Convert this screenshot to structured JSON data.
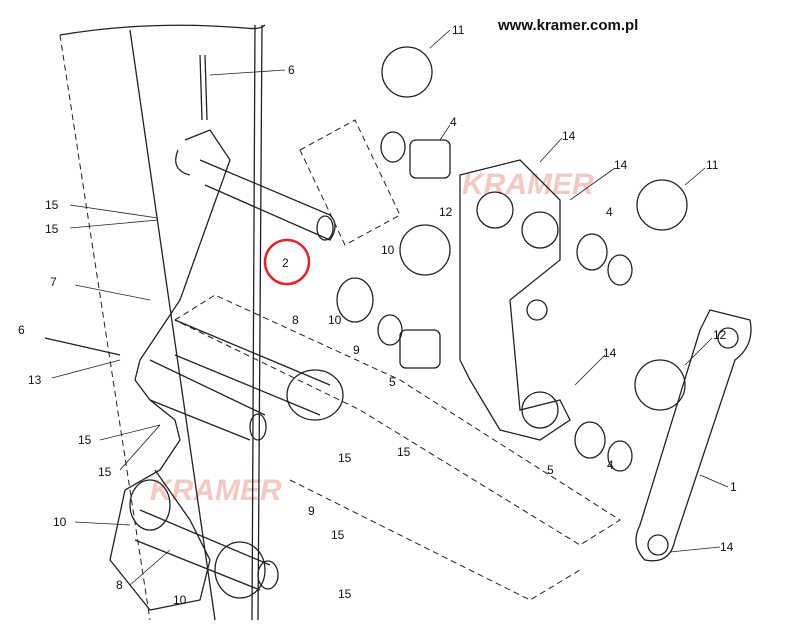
{
  "website": "www.kramer.com.pl",
  "watermark": "KRAMER",
  "highlight_color": "#e0262b",
  "highlighted_part": "2",
  "labels": {
    "l11a": "11",
    "l6a": "6",
    "l4a": "4",
    "l14a": "14",
    "l14b": "14",
    "l11b": "11",
    "l15a": "15",
    "l15b": "15",
    "l12a": "12",
    "l4b": "4",
    "l10a": "10",
    "l2": "2",
    "l7": "7",
    "l10b": "10",
    "l8a": "8",
    "l9a": "9",
    "l12b": "12",
    "l6b": "6",
    "l14c": "14",
    "l13": "13",
    "l5a": "5",
    "l15c": "15",
    "l15d": "15",
    "l15e": "15",
    "l15f": "15",
    "l5b": "5",
    "l4c": "4",
    "l1": "1",
    "l10c": "10",
    "l9b": "9",
    "l15g": "15",
    "l14d": "14",
    "l8b": "8",
    "l10d": "10",
    "l15h": "15"
  }
}
